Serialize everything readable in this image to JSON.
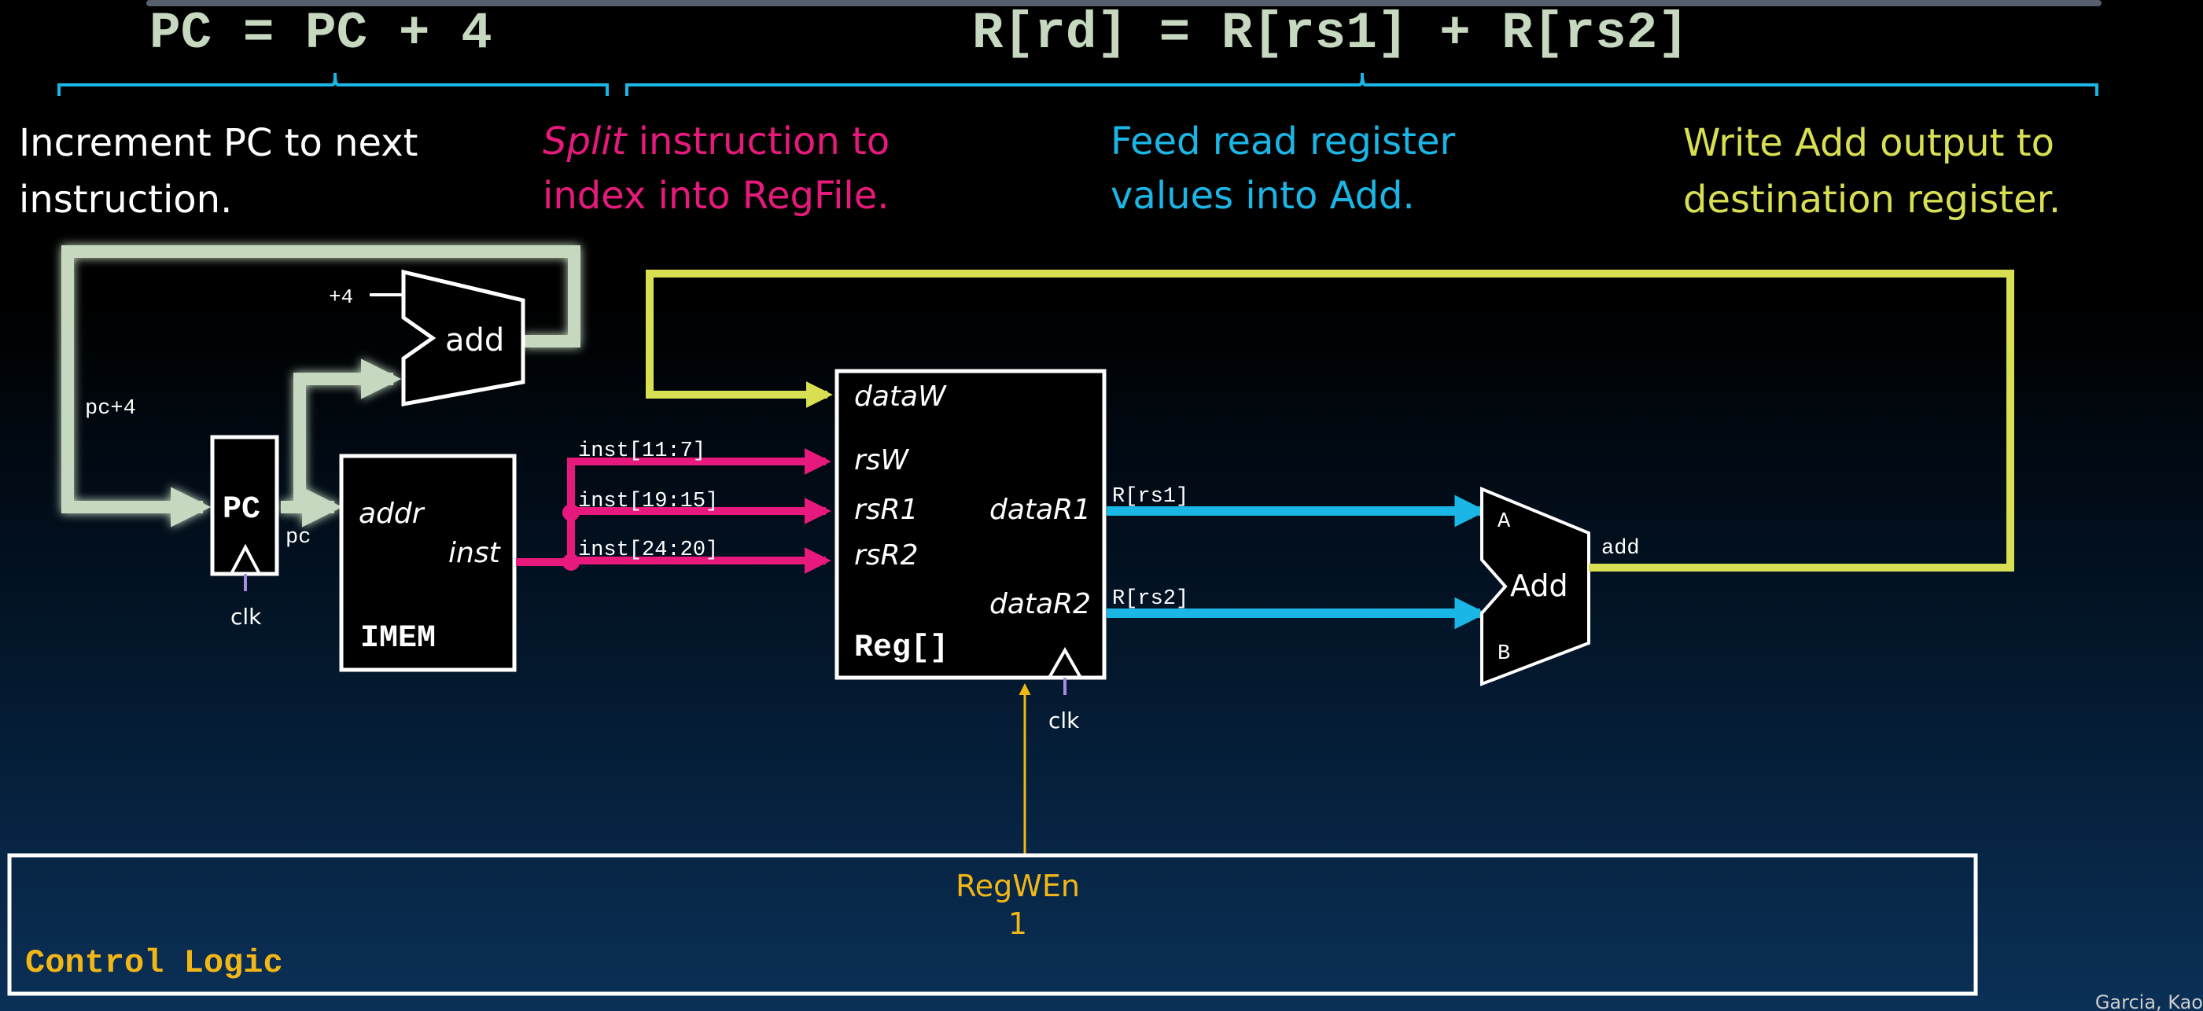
{
  "equations": {
    "pc_update": "PC = PC + 4",
    "reg_update": "R[rd] = R[rs1] + R[rs2]"
  },
  "step_descriptions": [
    {
      "lines": [
        "Increment PC to next",
        "instruction."
      ],
      "color": "#ffffff"
    },
    {
      "emphasis": "Split",
      "lines": [
        " instruction to",
        "index into RegFile."
      ],
      "color": "#e8197c"
    },
    {
      "lines": [
        "Feed read register",
        "values into Add."
      ],
      "color": "#1ab6e6"
    },
    {
      "lines": [
        "Write Add output to",
        "destination register."
      ],
      "color": "#d9df52"
    }
  ],
  "pc_block": {
    "label": "PC",
    "output_label": "pc",
    "clock_label": "clk"
  },
  "pc_adder": {
    "label": "add",
    "constant_label": "+4",
    "output_label": "pc+4"
  },
  "imem": {
    "label": "IMEM",
    "input_label": "addr",
    "output_label": "inst"
  },
  "instruction_fields": [
    "inst[11:7]",
    "inst[19:15]",
    "inst[24:20]"
  ],
  "regfile": {
    "label": "Reg[]",
    "ports": {
      "data_w": "dataW",
      "rs_w": "rsW",
      "rs_r1": "rsR1",
      "rs_r2": "rsR2",
      "data_r1": "dataR1",
      "data_r2": "dataR2"
    },
    "clock_label": "clk"
  },
  "read_values": [
    "R[rs1]",
    "R[rs2]"
  ],
  "alu": {
    "label": "Add",
    "input_a": "A",
    "input_b": "B",
    "output_label": "add"
  },
  "control": {
    "label": "Control Logic",
    "signal_name": "RegWEn",
    "signal_value": "1"
  },
  "footer": "Garcia, Kao",
  "colors": {
    "pc_path": "#c6d9c0",
    "instruction_fields": "#e8197c",
    "read_data": "#1ab6e6",
    "write_back": "#d9df52",
    "control": "#f2b716",
    "brace": "#1ab6e6",
    "equation_text": "#c6d9c0",
    "clock_tick": "#a98ce0"
  }
}
